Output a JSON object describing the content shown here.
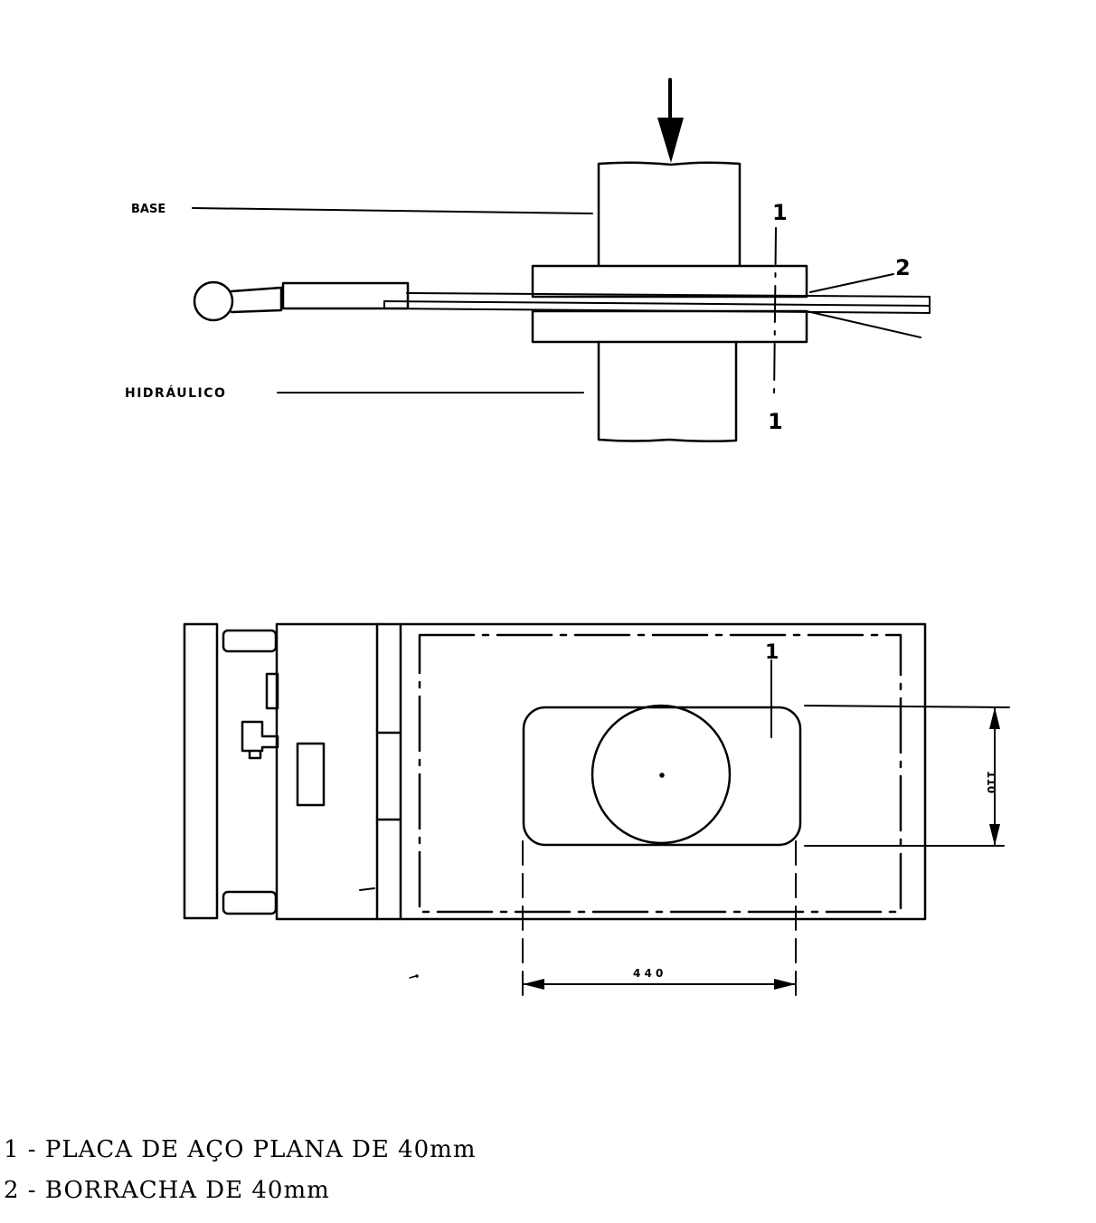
{
  "labels": {
    "base": "BASE",
    "hidraulico": "HIDRÁULICO",
    "callout_1_top": "1",
    "callout_1_bottom": "1",
    "callout_2": "2",
    "callout_1_plan": "1",
    "dim_width": "4 4 0",
    "dim_height": "110"
  },
  "legend": [
    {
      "text": "1 - PLACA DE AÇO PLANA DE 40mm"
    },
    {
      "text": "2 - BORRACHA DE 40mm"
    }
  ],
  "colors": {
    "ink": "#000000",
    "paper": "#ffffff"
  }
}
